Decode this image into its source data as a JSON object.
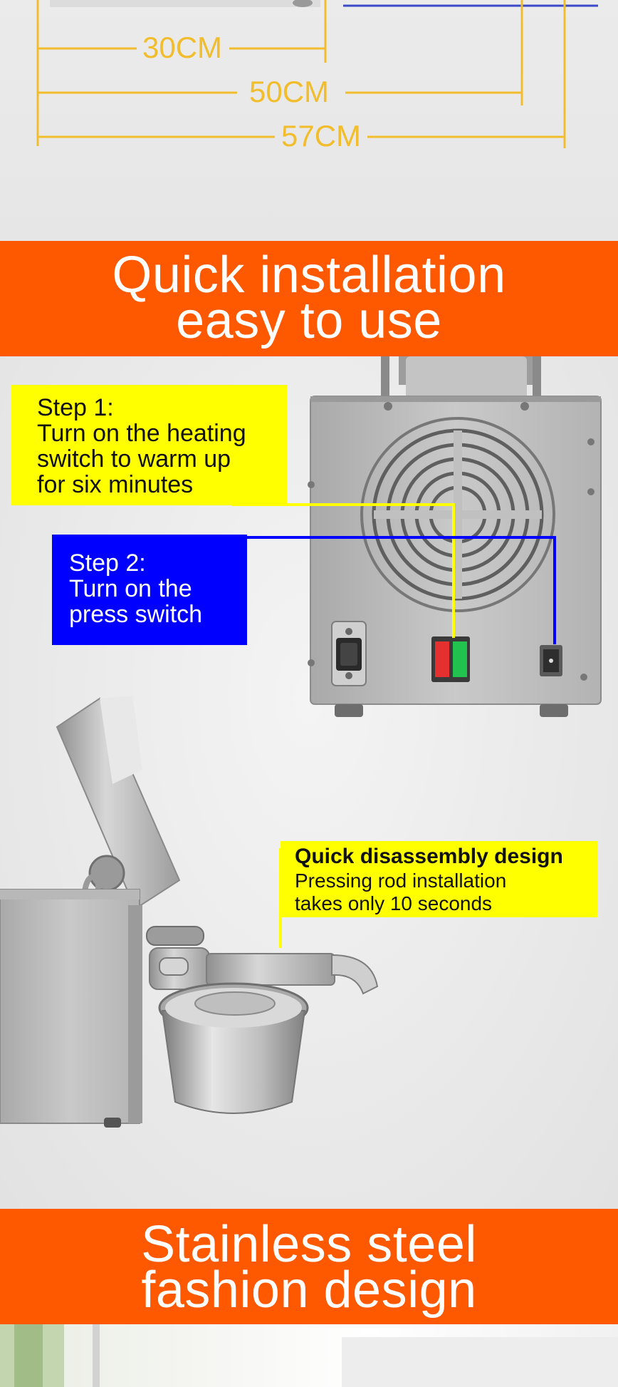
{
  "dimensions": {
    "labels": [
      "30CM",
      "50CM",
      "57CM"
    ],
    "color": "#f2bd2d"
  },
  "banner_installation": {
    "line1": "Quick installation",
    "line2": "easy to use",
    "background": "#fe5900"
  },
  "steps": {
    "step1": {
      "title": "Step 1:",
      "line1": "Turn on the heating",
      "line2": "switch to warm up",
      "line3": "for six minutes",
      "background": "#ffff00"
    },
    "step2": {
      "title": "Step 2:",
      "line1": "Turn on the",
      "line2": "press switch",
      "background": "#0000ff"
    }
  },
  "disassembly": {
    "title": "Quick disassembly design",
    "line1": "Pressing rod installation",
    "line2": "takes only 10 seconds",
    "background": "#ffff00"
  },
  "banner_material": {
    "line1": "Stainless steel",
    "line2": "fashion design",
    "background": "#fe5900"
  },
  "icons": [
    "power-socket-icon",
    "red-rocker-switch-icon",
    "green-rocker-switch-icon",
    "press-switch-icon",
    "fan-grille-icon"
  ]
}
